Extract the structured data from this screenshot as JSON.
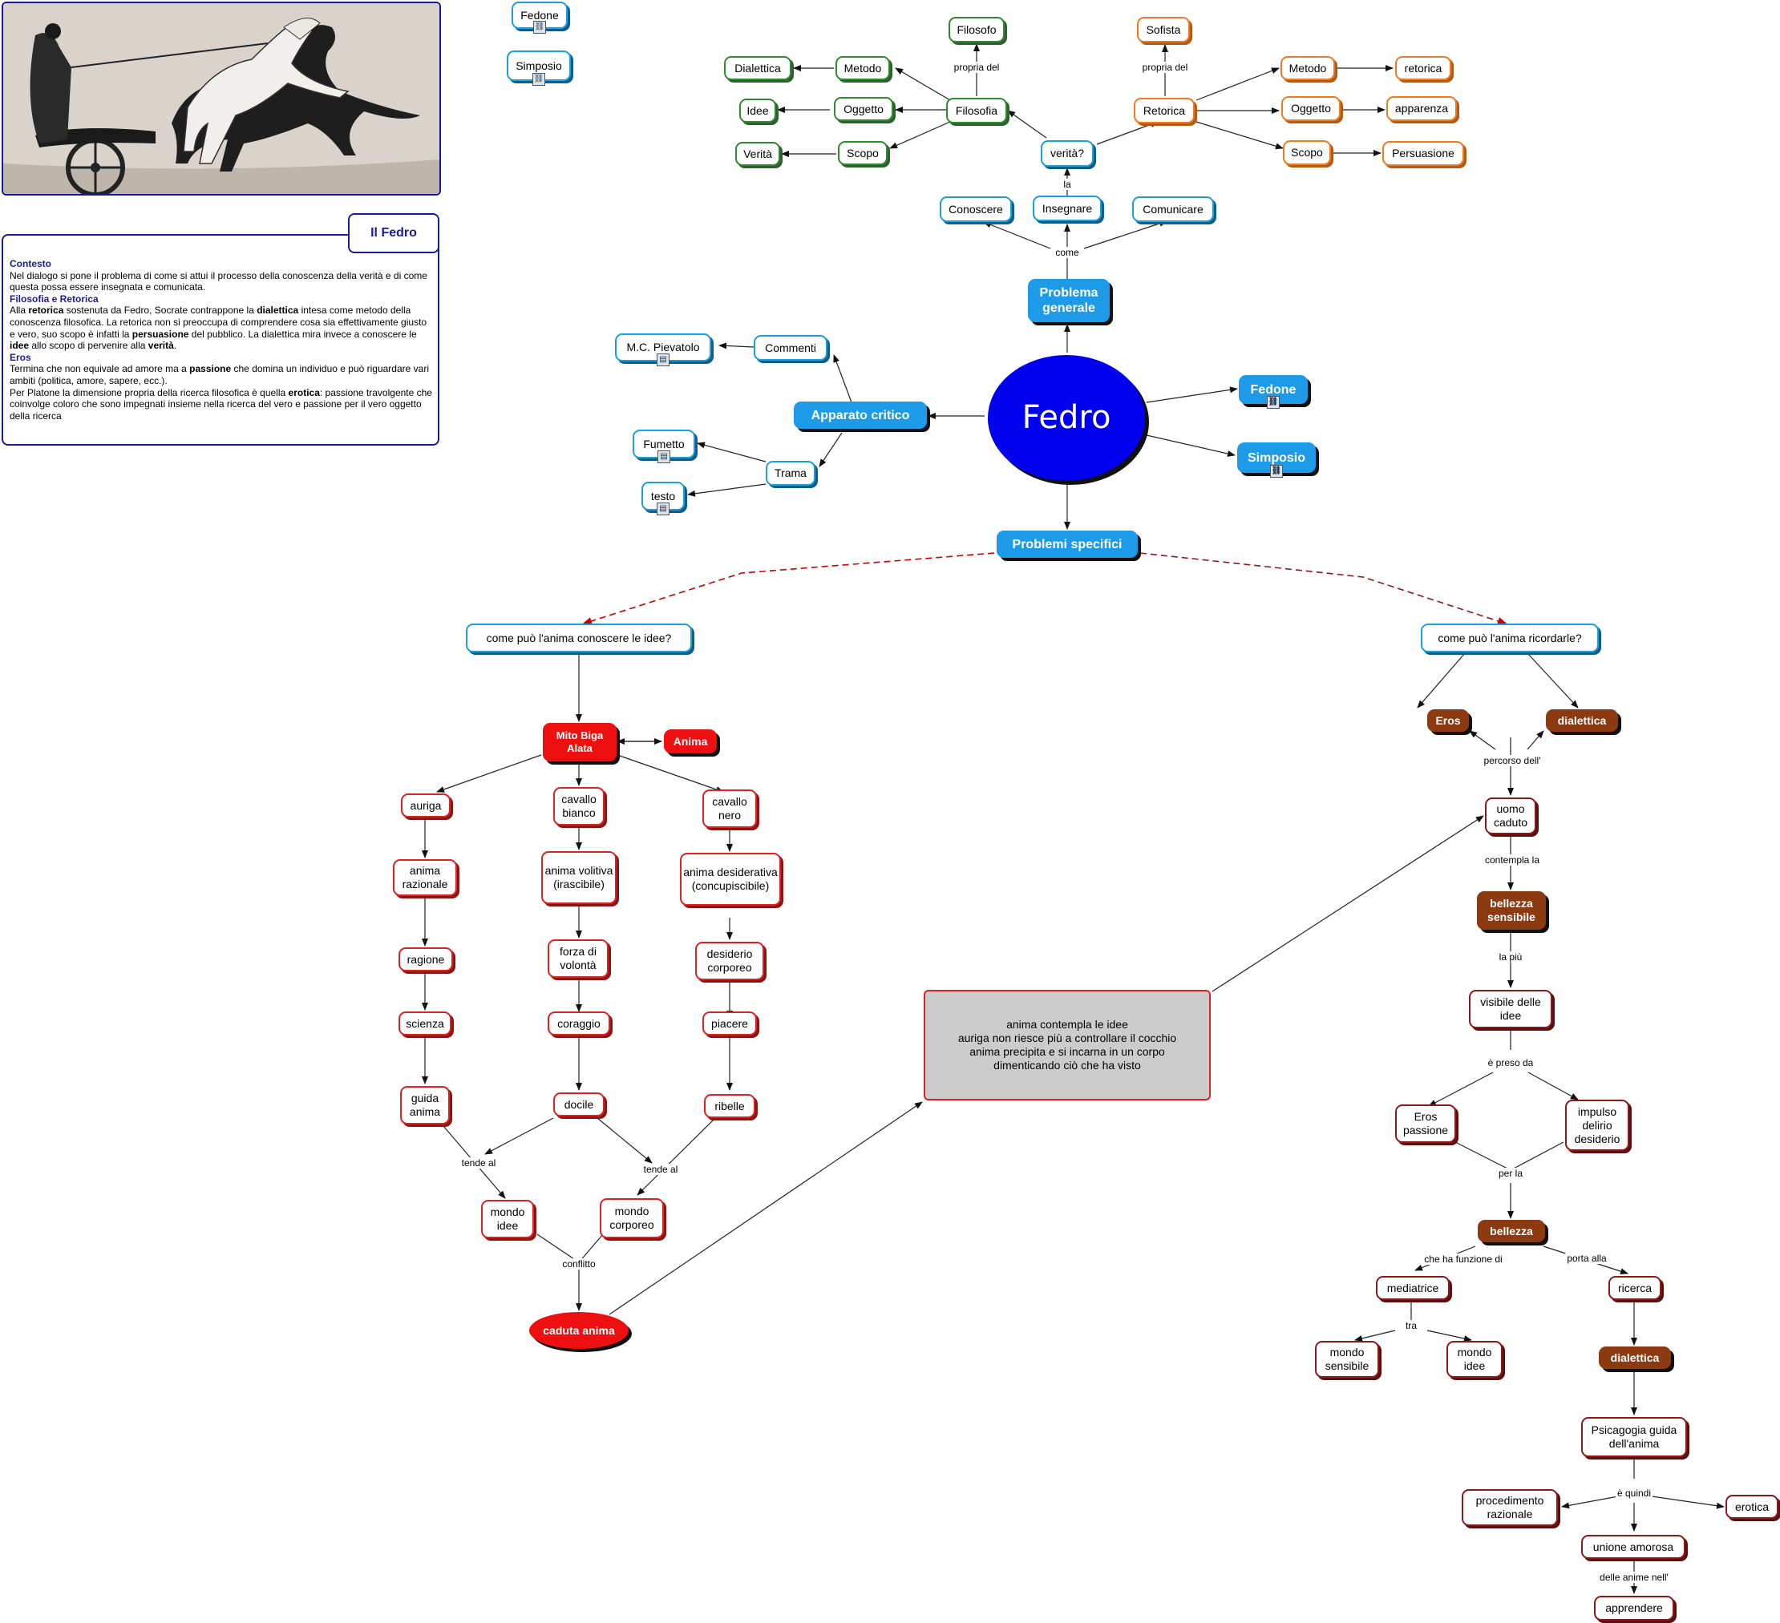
{
  "info": {
    "title": "Il Fedro",
    "contesto_h": "Contesto",
    "contesto": "Nel dialogo si pone il problema di come si attui il processo della conoscenza della verità e di come questa possa essere insegnata e comunicata.",
    "filret_h": "Filosofia e Retorica",
    "filret_1": "Alla ",
    "filret_b1": "retorica",
    "filret_2": " sostenuta da Fedro, Socrate contrappone la ",
    "filret_b2": "dialettica",
    "filret_3": " intesa come metodo della conoscenza filosofica. La retorica non si preoccupa di comprendere cosa sia effettivamente giusto e vero, suo scopo è infatti la ",
    "filret_b3": "persuasione",
    "filret_4": " del pubblico. La dialettica mira invece a conoscere le ",
    "filret_b4": "idee",
    "filret_5": " allo scopo di pervenire alla ",
    "filret_b5": "verità",
    "filret_6": ".",
    "eros_h": "Eros",
    "eros_1": "Termina che non equivale ad amore ma a ",
    "eros_b1": "passione",
    "eros_2": " che domina un individuo e può riguardare vari ambiti (politica, amore, sapere, ecc.).",
    "eros_3": "Per Platone la dimensione propria della ricerca filosofica è quella ",
    "eros_b2": "erotica",
    "eros_4": ": passione travolgente che coinvolge coloro che sono impegnati insieme nella ricerca del vero e passione per il vero oggetto della ricerca"
  },
  "nodes": {
    "top_fedone": "Fedone",
    "top_simposio": "Simposio",
    "filosofo": "Filosofo",
    "sofista": "Sofista",
    "dialettica1": "Dialettica",
    "metodo1": "Metodo",
    "idee1": "Idee",
    "oggetto1": "Oggetto",
    "filosofia": "Filosofia",
    "verita1": "Verità",
    "scopo1": "Scopo",
    "verita_q": "verità?",
    "retorica": "Retorica",
    "metodo2": "Metodo",
    "retorica2": "retorica",
    "oggetto2": "Oggetto",
    "apparenza": "apparenza",
    "scopo2": "Scopo",
    "persuasione": "Persuasione",
    "conoscere": "Conoscere",
    "insegnare": "Insegnare",
    "comunicare": "Comunicare",
    "problema_generale": "Problema generale",
    "fedro": "Fedro",
    "fedone": "Fedone",
    "simposio": "Simposio",
    "apparato": "Apparato critico",
    "commenti": "Commenti",
    "pievatolo": "M.C. Pievatolo",
    "trama": "Trama",
    "fumetto": "Fumetto",
    "testo": "testo",
    "problemi_specifici": "Problemi specifici",
    "q_conoscere": "come può l'anima conoscere le idee?",
    "q_ricordare": "come può l'anima ricordarle?",
    "mito": "Mito Biga Alata",
    "anima": "Anima",
    "auriga": "auriga",
    "cav_bianco": "cavallo bianco",
    "cav_nero": "cavallo nero",
    "anima_raz": "anima razionale",
    "anima_vol": "anima volitiva (irascibile)",
    "anima_des": "anima desiderativa (concupiscibile)",
    "ragione": "ragione",
    "forza": "forza di volontà",
    "desiderio": "desiderio corporeo",
    "scienza": "scienza",
    "coraggio": "coraggio",
    "piacere": "piacere",
    "guida": "guida anima",
    "docile": "docile",
    "ribelle": "ribelle",
    "mondo_idee1": "mondo idee",
    "mondo_corp": "mondo corporeo",
    "caduta": "caduta anima",
    "bigbox": "anima contempla le idee\nauriga non riesce più a controllare il cocchio\nanima precipita e si incarna in un corpo\ndimenticando ciò che ha visto",
    "eros1": "Eros",
    "dialettica2": "dialettica",
    "uomo": "uomo caduto",
    "bellezza_s": "bellezza sensibile",
    "visibile": "visibile delle idee",
    "eros_passione": "Eros passione",
    "impulso": "impulso delirio desiderio",
    "bellezza": "bellezza",
    "mediatrice": "mediatrice",
    "ricerca": "ricerca",
    "mondo_sens": "mondo sensibile",
    "mondo_idee2": "mondo idee",
    "dialettica3": "dialettica",
    "psicagogia": "Psicagogia guida dell'anima",
    "procedimento": "procedimento razionale",
    "erotica": "erotica",
    "unione": "unione amorosa",
    "apprendere": "apprendere"
  },
  "labels": {
    "propria_del_1": "propria del",
    "propria_del_2": "propria del",
    "la": "la",
    "come": "come",
    "tende_al_1": "tende al",
    "tende_al_2": "tende al",
    "conflitto": "conflitto",
    "percorso": "percorso dell'",
    "contempla": "contempla la",
    "la_piu": "la più",
    "preso_da": "è preso da",
    "per_la": "per la",
    "funzione": "che ha funzione di",
    "porta_alla": "porta alla",
    "tra": "tra",
    "quindi": "è quindi",
    "delle_anime": "delle anime nell'"
  },
  "colors": {
    "green": "#2e8b2e",
    "orange": "#f07a22",
    "blue": "#1a9fe0",
    "red": "#e12020",
    "darkred": "#8a1a1a",
    "brown": "#8b3a12",
    "center": "#0000ee"
  }
}
